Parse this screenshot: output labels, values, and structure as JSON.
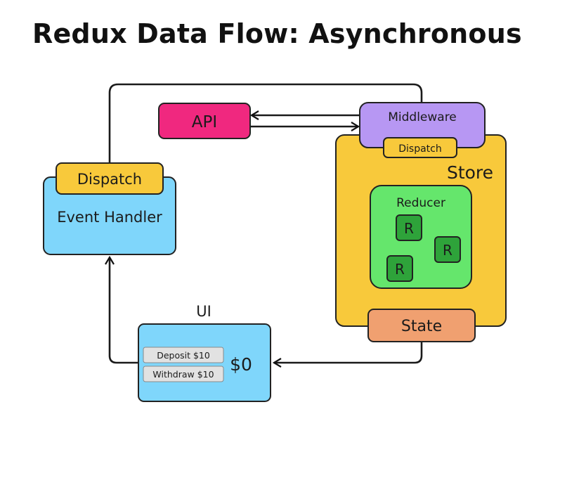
{
  "title": "Redux Data Flow: Asynchronous",
  "nodes": {
    "api": "API",
    "middleware": "Middleware",
    "middleware_dispatch": "Dispatch",
    "store": "Store",
    "reducer": "Reducer",
    "reducer_blocks": [
      "R",
      "R",
      "R"
    ],
    "state": "State",
    "handler_dispatch": "Dispatch",
    "event_handler": "Event Handler",
    "ui_label": "UI",
    "ui_balance": "$0",
    "ui_buttons": [
      "Deposit $10",
      "Withdraw $10"
    ]
  },
  "colors": {
    "api": "#f0287f",
    "middleware": "#b797f3",
    "store": "#f8c93b",
    "dispatch": "#f8c93b",
    "reducer": "#65e66c",
    "reducer_block": "#2ea33a",
    "state": "#f0a070",
    "ui": "#7fd6fb",
    "event_handler": "#7fd6fb"
  }
}
